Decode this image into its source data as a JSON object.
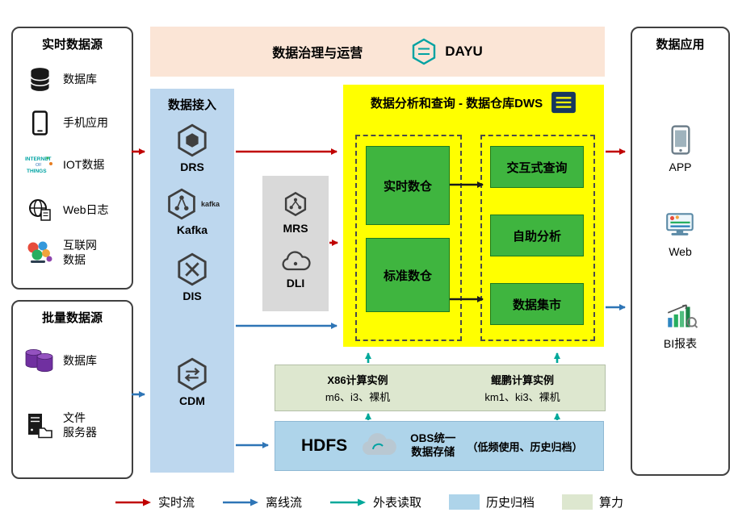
{
  "governance": {
    "title": "数据治理与运营",
    "product": "DAYU"
  },
  "realtime_sources": {
    "title": "实时数据源",
    "items": [
      {
        "label": "数据库",
        "icon": "database-icon"
      },
      {
        "label": "手机应用",
        "icon": "mobile-app-icon"
      },
      {
        "label": "IOT数据",
        "icon": "iot-icon",
        "icon_words": [
          "INTERNET",
          "OF",
          "THINGS"
        ]
      },
      {
        "label": "Web日志",
        "icon": "web-log-icon"
      },
      {
        "label": "互联网\n数据",
        "icon": "internet-data-icon"
      }
    ]
  },
  "batch_sources": {
    "title": "批量数据源",
    "items": [
      {
        "label": "数据库",
        "icon": "database-purple-icon"
      },
      {
        "label": "文件\n服务器",
        "icon": "file-server-icon"
      }
    ]
  },
  "ingestion": {
    "title": "数据接入",
    "items": [
      {
        "label": "DRS"
      },
      {
        "label": "Kafka",
        "logo_text": "kafka"
      },
      {
        "label": "DIS"
      },
      {
        "label": "CDM"
      }
    ]
  },
  "processing": {
    "items": [
      {
        "label": "MRS"
      },
      {
        "label": "DLI"
      }
    ]
  },
  "dws": {
    "title": "数据分析和查询 - 数据仓库DWS",
    "warehouses": [
      {
        "label": "实时数仓"
      },
      {
        "label": "标准数仓"
      }
    ],
    "services": [
      {
        "label": "交互式查询"
      },
      {
        "label": "自助分析"
      },
      {
        "label": "数据集市"
      }
    ]
  },
  "compute": {
    "x86_title": "X86计算实例",
    "x86_detail": "m6、i3、裸机",
    "kunpeng_title": "鲲鹏计算实例",
    "kunpeng_detail": "km1、ki3、裸机"
  },
  "storage": {
    "hdfs_label": "HDFS",
    "obs_text": "OBS统一\n数据存储",
    "note": "（低频使用、历史归档）"
  },
  "applications": {
    "title": "数据应用",
    "items": [
      {
        "label": "APP"
      },
      {
        "label": "Web"
      },
      {
        "label": "BI报表"
      }
    ]
  },
  "legend": {
    "items": [
      {
        "label": "实时流",
        "type": "arrow",
        "color": "#c00000"
      },
      {
        "label": "离线流",
        "type": "arrow",
        "color": "#2e75b6"
      },
      {
        "label": "外表读取",
        "type": "arrow",
        "color": "#00a89a"
      },
      {
        "label": "历史归档",
        "type": "swatch",
        "color": "#aed4ea"
      },
      {
        "label": "算力",
        "type": "swatch",
        "color": "#dde7cf"
      }
    ]
  },
  "colors": {
    "realtime_flow": "#c00000",
    "offline_flow": "#2e75b6",
    "external_read": "#00a89a",
    "dws_bg": "#ffff00",
    "warehouse_green": "#3fb53f",
    "ingestion_bg": "#bdd7ee",
    "governance_bg": "#fbe5d6",
    "compute_bg": "#dde7cf",
    "storage_bg": "#aed4ea",
    "services_gray": "#d9d9d9"
  }
}
